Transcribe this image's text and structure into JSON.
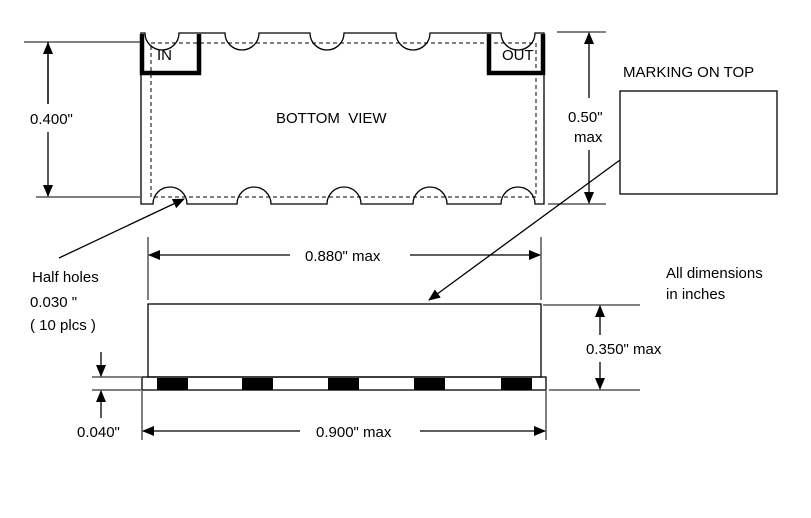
{
  "labels": {
    "in": "IN",
    "out": "OUT",
    "bottom_view": "BOTTOM  VIEW",
    "marking_on_top": "MARKING ON TOP",
    "height_bottom": "0.400\"",
    "height_max_value": "0.50\"",
    "height_max_unit": "max",
    "half_holes_title": "Half holes",
    "half_holes_size": "0.030 \"",
    "half_holes_count": "( 10 plcs )",
    "length_body": "0.880\" max",
    "all_dimensions_line1": "All dimensions",
    "all_dimensions_line2": "in inches",
    "height_side": "0.350\" max",
    "thickness_base": "0.040\"",
    "length_base": "0.900\" max"
  },
  "colors": {
    "line": "#000000",
    "background": "#ffffff"
  }
}
